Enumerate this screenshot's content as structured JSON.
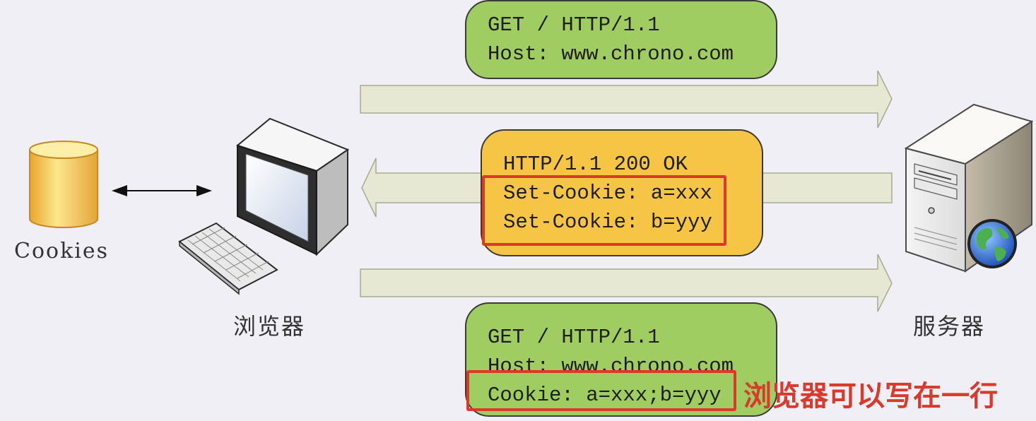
{
  "request_1": {
    "lines": [
      "GET / HTTP/1.1",
      "Host: www.chrono.com"
    ]
  },
  "response": {
    "lines": [
      "HTTP/1.1 200 OK",
      "Set-Cookie: a=xxx",
      "Set-Cookie: b=yyy"
    ]
  },
  "request_2": {
    "lines": [
      "GET / HTTP/1.1",
      "Host: www.chrono.com",
      "Cookie: a=xxx;b=yyy"
    ]
  },
  "labels": {
    "cookies": "Cookies",
    "browser": "浏览器",
    "server": "服务器"
  },
  "annotation": {
    "text": "浏览器可以写在一行",
    "color": "#d93a2b"
  },
  "colors": {
    "request_box": "#9fcd62",
    "response_box": "#f6c545",
    "arrow_fill": "#e6e8d4",
    "background": "#f1eff6"
  },
  "icons": [
    "database-icon",
    "computer-icon",
    "server-icon",
    "globe-icon"
  ]
}
